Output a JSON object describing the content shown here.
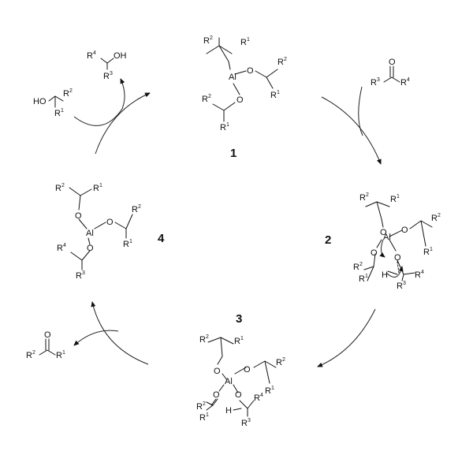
{
  "labels": {
    "al": "Al",
    "o": "O",
    "h": "H",
    "oh": "OH",
    "ho": "HO",
    "r": "R",
    "s1": "1",
    "s2": "2",
    "s3": "3",
    "s4": "4"
  },
  "compounds": {
    "c1": "1",
    "c2": "2",
    "c3": "3",
    "c4": "4"
  }
}
